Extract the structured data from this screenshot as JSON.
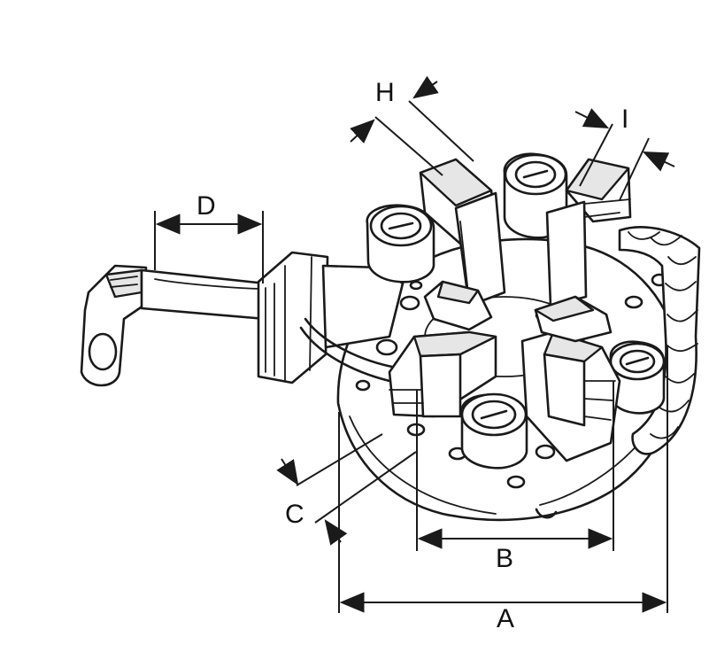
{
  "labels": {
    "A": "A",
    "B": "B",
    "C": "C",
    "D": "D",
    "H": "H",
    "I": "I"
  },
  "colors": {
    "line": "#1a1a1a",
    "background": "#ffffff"
  }
}
